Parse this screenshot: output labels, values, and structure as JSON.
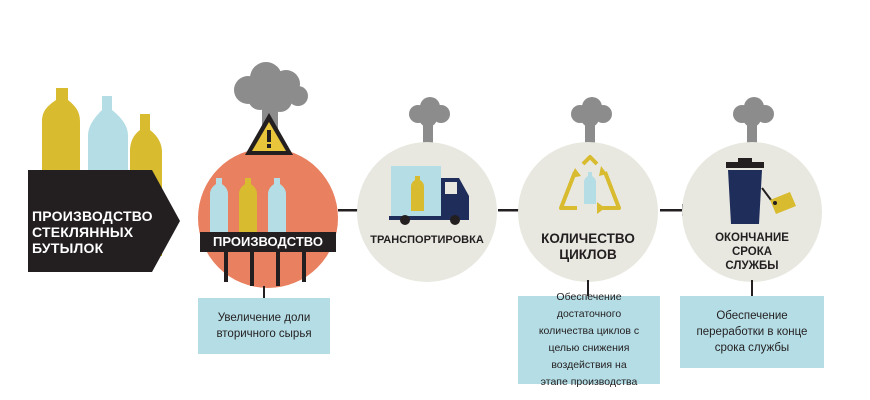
{
  "title": {
    "lines": [
      "ПРОИЗВОДСТВО",
      "СТЕКЛЯННЫХ",
      "БУТЫЛОК"
    ]
  },
  "stages": [
    {
      "label": "ПРОИЗВОДСТВО",
      "icon": "factory-conveyor-icon",
      "warning_icon": "warning-triangle-icon"
    },
    {
      "label": "ТРАНСПОРТИРОВКА",
      "icon": "delivery-truck-icon"
    },
    {
      "label_lines": [
        "КОЛИЧЕСТВО",
        "ЦИКЛОВ"
      ],
      "icon": "recycle-icon"
    },
    {
      "label_lines": [
        "ОКОНЧАНИЕ",
        "СРОКА",
        "СЛУЖБЫ"
      ],
      "icon": "trash-bin-icon"
    }
  ],
  "callouts": [
    {
      "lines": [
        "Увеличение доли",
        "вторичного сырья"
      ]
    },
    {
      "lines": [
        "Обеспечение достаточного",
        "количества циклов с",
        "целью снижения",
        "воздействия на",
        "этапе производства"
      ]
    },
    {
      "lines": [
        "Обеспечение",
        "переработки в конце",
        "срока службы"
      ]
    }
  ],
  "colors": {
    "dark": "#231f20",
    "production_circle": "#e98060",
    "stage_circle": "#e8e8e1",
    "callout": "#b4dde5",
    "bottle_yellow": "#d8bb2e",
    "bottle_blue": "#b4dde5",
    "smoke": "#8c8c8c",
    "warning": "#e8c53a",
    "bin_navy": "#1e2d5a",
    "tag": "#d8bb2e"
  }
}
